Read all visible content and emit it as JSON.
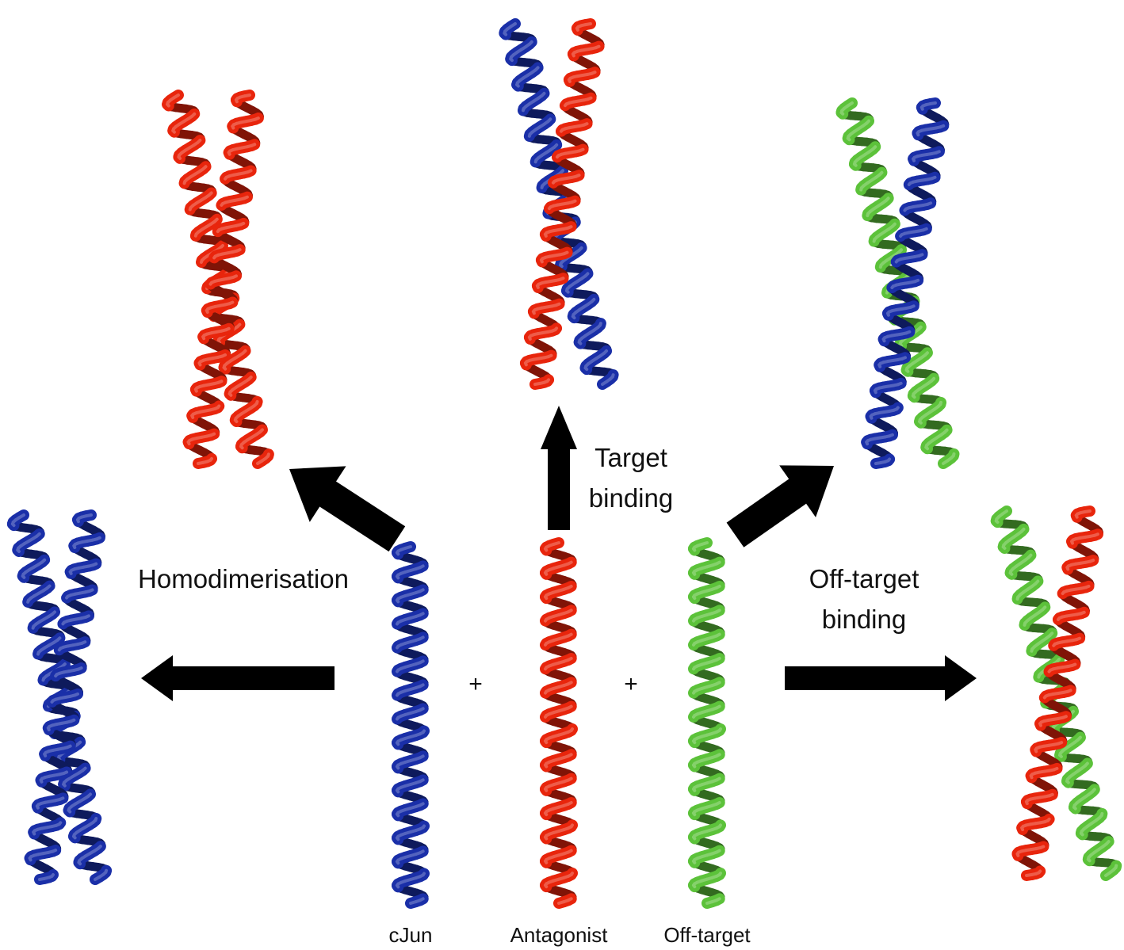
{
  "colors": {
    "cjun": "#1a2fa8",
    "antagonist": "#e8250c",
    "offtarget": "#5cc23a",
    "arrow": "#000000",
    "background": "#ffffff"
  },
  "labels": {
    "homodimerisation": "Homodimerisation",
    "target_binding_line1": "Target",
    "target_binding_line2": "binding",
    "offtarget_binding_line1": "Off-target",
    "offtarget_binding_line2": "binding",
    "plus": "+",
    "cjun": "cJun",
    "antagonist": "Antagonist",
    "offtarget": "Off-target"
  },
  "monomers": [
    {
      "name": "cjun-helix",
      "color_key": "cjun"
    },
    {
      "name": "antagonist-helix",
      "color_key": "antagonist"
    },
    {
      "name": "offtarget-helix",
      "color_key": "offtarget"
    }
  ],
  "dimers": [
    {
      "name": "cjun-homodimer",
      "colors": [
        "cjun",
        "cjun"
      ]
    },
    {
      "name": "antagonist-homodimer",
      "colors": [
        "antagonist",
        "antagonist"
      ]
    },
    {
      "name": "cjun-antagonist-dimer",
      "colors": [
        "cjun",
        "antagonist"
      ]
    },
    {
      "name": "offtarget-cjun-dimer",
      "colors": [
        "offtarget",
        "cjun"
      ]
    },
    {
      "name": "offtarget-antagonist-dimer",
      "colors": [
        "offtarget",
        "antagonist"
      ]
    }
  ]
}
